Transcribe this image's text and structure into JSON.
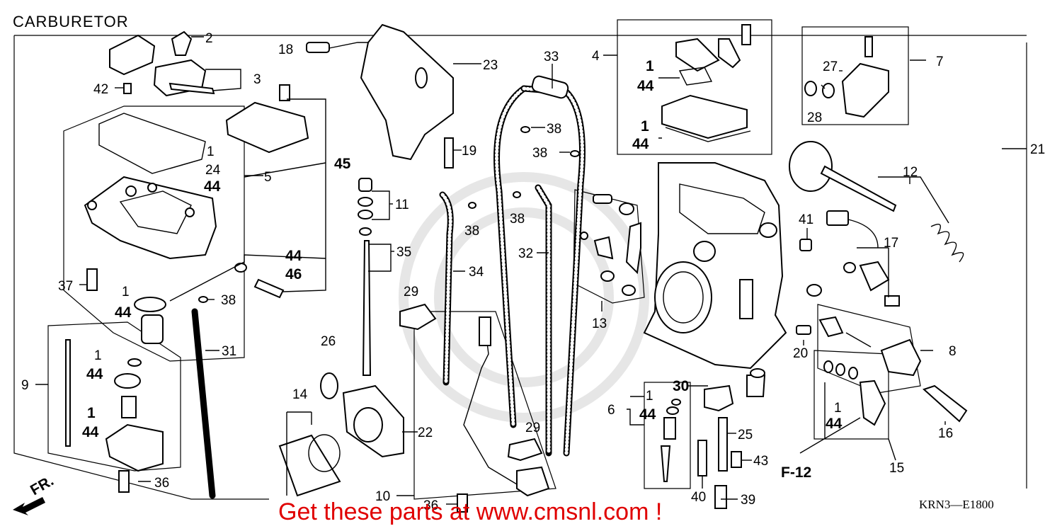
{
  "header": {
    "title": "CARBURETOR"
  },
  "diagram_code": "KRN3—E1800",
  "promo_text": "Get these parts at www.cmsnl.com !",
  "callouts": [
    {
      "id": "c2",
      "text": "2"
    },
    {
      "id": "c3",
      "text": "3"
    },
    {
      "id": "c42",
      "text": "42"
    },
    {
      "id": "c1a",
      "text": "1"
    },
    {
      "id": "c24",
      "text": "24"
    },
    {
      "id": "c44a",
      "text": "44"
    },
    {
      "id": "c5",
      "text": "5"
    },
    {
      "id": "c45",
      "text": "45"
    },
    {
      "id": "c37",
      "text": "37"
    },
    {
      "id": "c1b",
      "text": "1"
    },
    {
      "id": "c44b",
      "text": "44"
    },
    {
      "id": "c44c",
      "text": "44"
    },
    {
      "id": "c46",
      "text": "46"
    },
    {
      "id": "c38a",
      "text": "38"
    },
    {
      "id": "c9",
      "text": "9"
    },
    {
      "id": "c1c",
      "text": "1"
    },
    {
      "id": "c44d",
      "text": "44"
    },
    {
      "id": "c1d",
      "text": "1"
    },
    {
      "id": "c44e",
      "text": "44"
    },
    {
      "id": "c36a",
      "text": "36"
    },
    {
      "id": "c31",
      "text": "31"
    },
    {
      "id": "c18",
      "text": "18"
    },
    {
      "id": "c23",
      "text": "23"
    },
    {
      "id": "c19",
      "text": "19"
    },
    {
      "id": "c11",
      "text": "11"
    },
    {
      "id": "c35",
      "text": "35"
    },
    {
      "id": "c34",
      "text": "34"
    },
    {
      "id": "c29a",
      "text": "29"
    },
    {
      "id": "c38b",
      "text": "38"
    },
    {
      "id": "c26",
      "text": "26"
    },
    {
      "id": "c14",
      "text": "14"
    },
    {
      "id": "c22",
      "text": "22"
    },
    {
      "id": "c10",
      "text": "10"
    },
    {
      "id": "c36b",
      "text": "36"
    },
    {
      "id": "c33",
      "text": "33"
    },
    {
      "id": "c38c",
      "text": "38"
    },
    {
      "id": "c38d",
      "text": "38"
    },
    {
      "id": "c38e",
      "text": "38"
    },
    {
      "id": "c32",
      "text": "32"
    },
    {
      "id": "c29b",
      "text": "29"
    },
    {
      "id": "c4",
      "text": "4"
    },
    {
      "id": "c1e",
      "text": "1"
    },
    {
      "id": "c44f",
      "text": "44"
    },
    {
      "id": "c1f",
      "text": "1"
    },
    {
      "id": "c44g",
      "text": "44"
    },
    {
      "id": "c13",
      "text": "13"
    },
    {
      "id": "c7",
      "text": "7"
    },
    {
      "id": "c27",
      "text": "27"
    },
    {
      "id": "c28",
      "text": "28"
    },
    {
      "id": "c21",
      "text": "21"
    },
    {
      "id": "c12",
      "text": "12"
    },
    {
      "id": "c41",
      "text": "41"
    },
    {
      "id": "c17",
      "text": "17"
    },
    {
      "id": "c20",
      "text": "20"
    },
    {
      "id": "c8",
      "text": "8"
    },
    {
      "id": "c30",
      "text": "30"
    },
    {
      "id": "c1g",
      "text": "1"
    },
    {
      "id": "c44h",
      "text": "44"
    },
    {
      "id": "c6",
      "text": "6"
    },
    {
      "id": "c25",
      "text": "25"
    },
    {
      "id": "c43",
      "text": "43"
    },
    {
      "id": "c40",
      "text": "40"
    },
    {
      "id": "c39",
      "text": "39"
    },
    {
      "id": "c1h",
      "text": "1"
    },
    {
      "id": "c44i",
      "text": "44"
    },
    {
      "id": "c16",
      "text": "16"
    },
    {
      "id": "c15",
      "text": "15"
    },
    {
      "id": "cF12",
      "text": "F-12"
    },
    {
      "id": "cFR",
      "text": "FR."
    }
  ]
}
